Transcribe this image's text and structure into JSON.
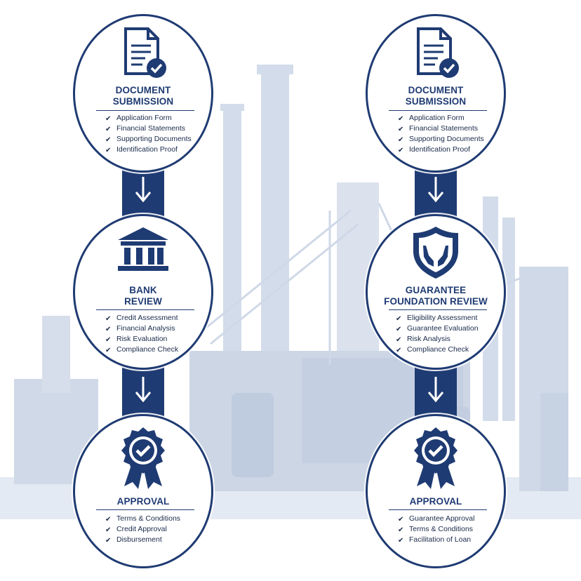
{
  "colors": {
    "primary": "#1f3b73",
    "background_art": "#c9d4e6"
  },
  "flows": [
    {
      "stages": [
        {
          "icon": "document-check-icon",
          "title": "DOCUMENT\nSUBMISSION",
          "items": [
            "Application Form",
            "Financial Statements",
            "Supporting Documents",
            "Identification Proof"
          ]
        },
        {
          "icon": "bank-icon",
          "title": "BANK\nREVIEW",
          "items": [
            "Credit Assessment",
            "Financial Analysis",
            "Risk Evaluation",
            "Compliance Check"
          ]
        },
        {
          "icon": "award-badge-icon",
          "title": "APPROVAL",
          "items": [
            "Terms & Conditions",
            "Credit Approval",
            "Disbursement"
          ]
        }
      ]
    },
    {
      "stages": [
        {
          "icon": "document-check-icon",
          "title": "DOCUMENT\nSUBMISSION",
          "items": [
            "Application Form",
            "Financial Statements",
            "Supporting Documents",
            "Identification Proof"
          ]
        },
        {
          "icon": "shield-hands-icon",
          "title": "GUARANTEE\nFOUNDATION REVIEW",
          "items": [
            "Eligibility Assessment",
            "Guarantee Evaluation",
            "Risk Analysis",
            "Compliance Check"
          ]
        },
        {
          "icon": "award-badge-icon",
          "title": "APPROVAL",
          "items": [
            "Guarantee Approval",
            "Terms & Conditions",
            "Facilitation of Loan"
          ]
        }
      ]
    }
  ]
}
